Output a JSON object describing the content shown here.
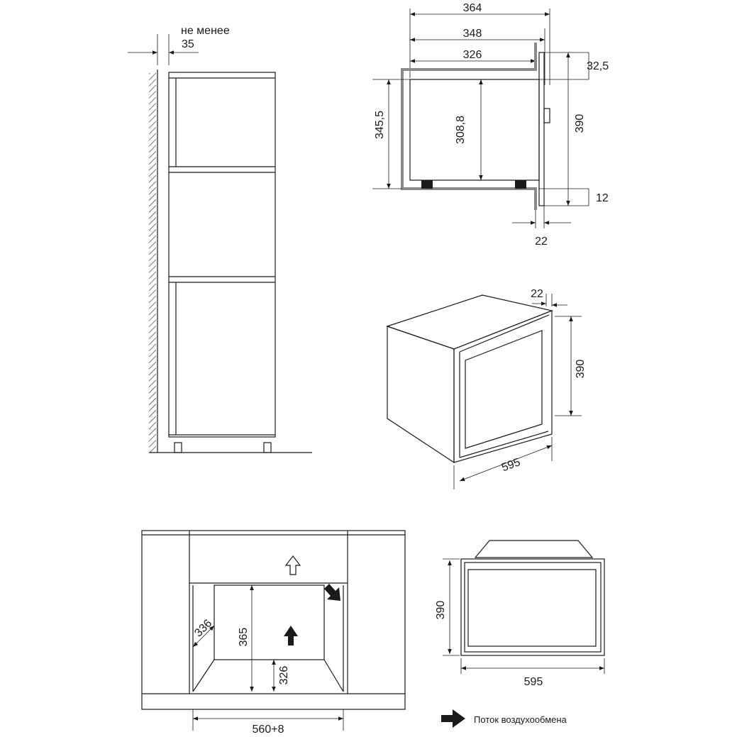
{
  "colors": {
    "ink": "#1a1a1a",
    "frame": "#8a8a8a"
  },
  "cabinet_view": {
    "clearance_label": "не менее",
    "clearance_value": "35"
  },
  "side_section": {
    "depth_total": "364",
    "depth_frame": "348",
    "depth_body": "326",
    "height_niche": "345,5",
    "height_inner": "308,8",
    "height_front": "390",
    "top_offset": "32,5",
    "bottom_offset": "12",
    "front_thickness": "22"
  },
  "iso_view": {
    "front_thickness": "22",
    "height": "390",
    "width": "595"
  },
  "niche_view": {
    "depth": "336",
    "height": "365",
    "lower_height": "326",
    "width": "560+8"
  },
  "front_view": {
    "height": "390",
    "width": "595"
  },
  "legend": {
    "airflow": "Поток воздухообмена"
  }
}
